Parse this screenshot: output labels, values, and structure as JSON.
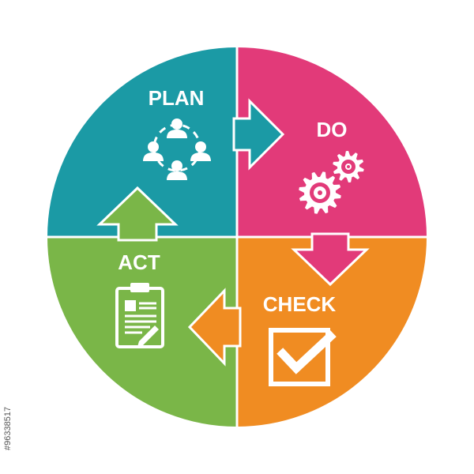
{
  "diagram": {
    "type": "pdca-cycle",
    "quadrants": [
      {
        "id": "plan",
        "label": "PLAN",
        "color": "#1b9aa5",
        "icon": "people-network-icon"
      },
      {
        "id": "do",
        "label": "DO",
        "color": "#e23a79",
        "icon": "gears-icon"
      },
      {
        "id": "check",
        "label": "CHECK",
        "color": "#f08c22",
        "icon": "checkbox-check-icon"
      },
      {
        "id": "act",
        "label": "ACT",
        "color": "#7ab648",
        "icon": "clipboard-pen-icon"
      }
    ],
    "flow": [
      "PLAN",
      "DO",
      "CHECK",
      "ACT"
    ]
  },
  "stock_id": "#96338517",
  "colors": {
    "background": "#ffffff",
    "icon": "#ffffff",
    "divider": "#ffffff"
  }
}
